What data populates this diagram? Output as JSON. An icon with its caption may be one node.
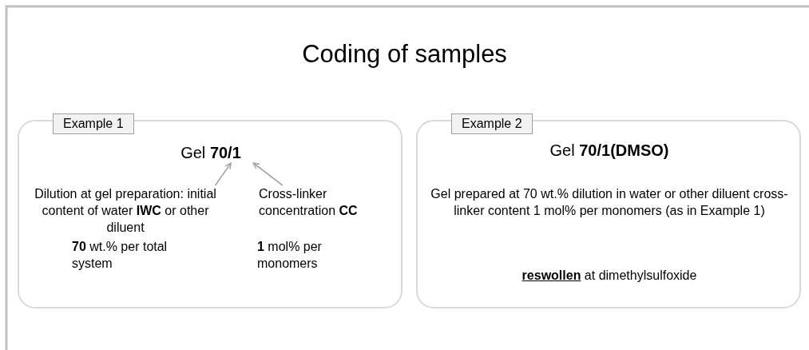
{
  "diagram": {
    "title": "Coding of samples",
    "nodes": [
      {
        "text": [
          "Example 1"
        ]
      },
      {
        "text": [
          "Gel **70/1**"
        ],
        "in": 0
      },
      {
        "text": [
          "Dilution at gel preparation: initial content of water  **IWC** or other diluent"
        ],
        "in": 0
      },
      {
        "text": [
          "Cross-linker concentration **CC**"
        ],
        "in": 0
      },
      {
        "text": [
          "Example 2",
          "Gel **70/1(DMSO)**",
          "Gel prepared at 70 wt.% dilution in water or other diluent cross-linker content 1 mol% per monomers (as in Example 1)",
          "**reswollen** at dimethylsulfoxide"
        ]
      }
    ],
    "edges": [
      {
        "from": 2,
        "to": 1,
        "arrow": "to"
      },
      {
        "from": 3,
        "to": 1,
        "arrow": "to"
      }
    ],
    "labels": [
      "**70** wt.% per total system",
      "**1** mol% per monomers"
    ]
  }
}
